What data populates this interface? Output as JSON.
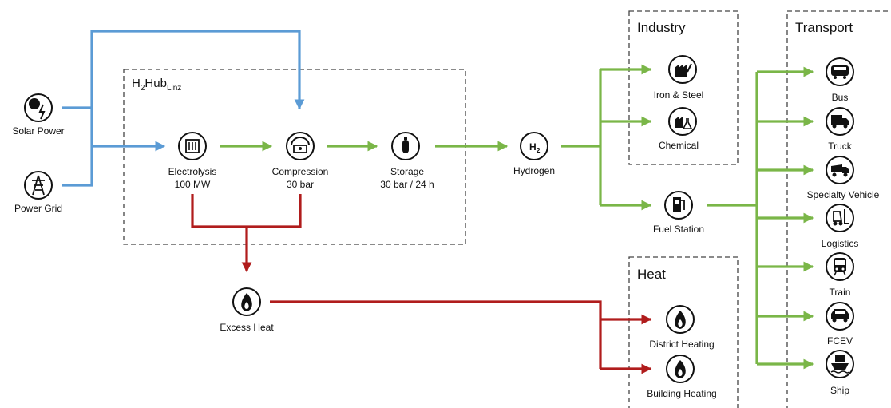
{
  "hub": {
    "title_main": "H",
    "title_sub2": "2",
    "title_rest": "Hub",
    "title_sub": "Linz"
  },
  "sources": [
    {
      "label": "Solar Power",
      "icon": "solar-icon"
    },
    {
      "label": "Power Grid",
      "icon": "power-pylon-icon"
    }
  ],
  "steps": [
    {
      "label": "Electrolysis",
      "sublabel": "100 MW",
      "icon": "electrolyzer-icon"
    },
    {
      "label": "Compression",
      "sublabel": "30 bar",
      "icon": "compressor-icon"
    },
    {
      "label": "Storage",
      "sublabel": "30 bar / 24 h",
      "icon": "gas-cylinder-icon"
    }
  ],
  "hydrogen": {
    "label": "Hydrogen",
    "symbol": "H",
    "symbol_sub": "2"
  },
  "excess_heat": {
    "label": "Excess Heat",
    "icon": "flame-icon"
  },
  "industry": {
    "title": "Industry",
    "items": [
      {
        "label": "Iron & Steel",
        "icon": "steel-mill-icon"
      },
      {
        "label": "Chemical",
        "icon": "chemical-plant-icon"
      }
    ]
  },
  "fuel_station": {
    "label": "Fuel Station",
    "icon": "fuel-pump-icon"
  },
  "heat": {
    "title": "Heat",
    "items": [
      {
        "label": "District Heating",
        "icon": "flame-icon"
      },
      {
        "label": "Building Heating",
        "icon": "flame-icon"
      }
    ]
  },
  "transport": {
    "title": "Transport",
    "items": [
      {
        "label": "Bus",
        "icon": "bus-icon"
      },
      {
        "label": "Truck",
        "icon": "truck-icon"
      },
      {
        "label": "Specialty Vehicle",
        "icon": "specialty-vehicle-icon"
      },
      {
        "label": "Logistics",
        "icon": "forklift-icon"
      },
      {
        "label": "Train",
        "icon": "train-icon"
      },
      {
        "label": "FCEV",
        "icon": "car-icon"
      },
      {
        "label": "Ship",
        "icon": "ship-icon"
      }
    ]
  },
  "colors": {
    "electricity": "#5b9bd5",
    "hydrogen": "#7ab648",
    "heat": "#b01c1c",
    "box_border": "#444444"
  }
}
